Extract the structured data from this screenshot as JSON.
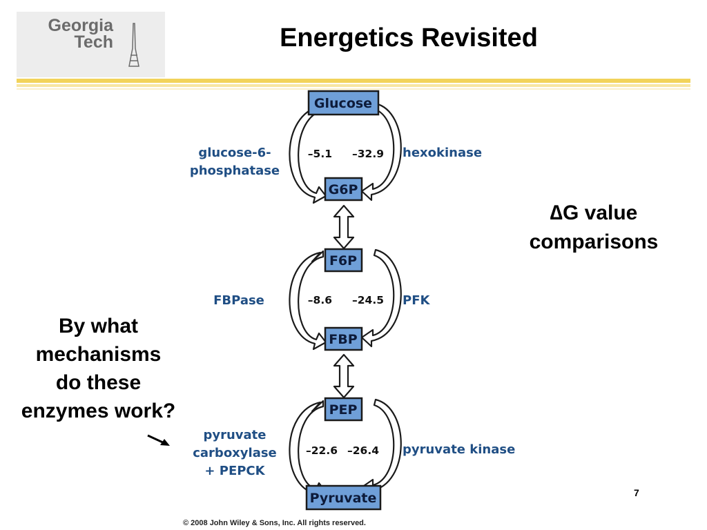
{
  "logo": {
    "line1": "Georgia",
    "line2": "Tech"
  },
  "title": "Energetics Revisited",
  "side_note": "∆G value comparisons",
  "question": "By what mechanisms do these enzymes work?",
  "page_number": "7",
  "copyright": "© 2008 John Wiley & Sons, Inc. All rights reserved.",
  "diagram": {
    "metabolites": {
      "glucose": "Glucose",
      "g6p": "G6P",
      "f6p": "F6P",
      "fbp": "FBP",
      "pep": "PEP",
      "pyruvate": "Pyruvate"
    },
    "steps": [
      {
        "forward_enzyme": "hexokinase",
        "reverse_enzyme_lines": [
          "glucose-6-",
          "phosphatase"
        ],
        "reverse_dg": "–5.1",
        "forward_dg": "–32.9"
      },
      {
        "forward_enzyme": "PFK",
        "reverse_enzyme_lines": [
          "FBPase"
        ],
        "reverse_dg": "–8.6",
        "forward_dg": "–24.5"
      },
      {
        "forward_enzyme": "pyruvate kinase",
        "reverse_enzyme_lines": [
          "pyruvate",
          "carboxylase",
          "+ PEPCK"
        ],
        "reverse_dg": "–22.6",
        "forward_dg": "–26.4"
      }
    ]
  },
  "colors": {
    "node_fill": "#6f9fd8",
    "enzyme_text": "#1f4e84",
    "rule_gold": "#f2d35a"
  }
}
